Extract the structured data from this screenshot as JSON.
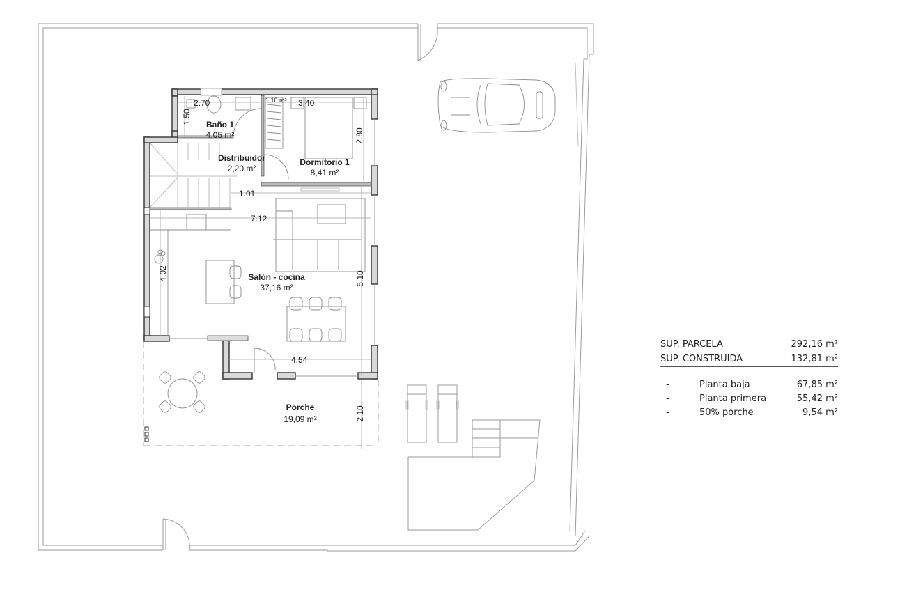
{
  "plan": {
    "rooms": [
      {
        "name": "Baño 1",
        "area": "4,05 m²"
      },
      {
        "name": "Distribuidor",
        "area": "2,20 m²"
      },
      {
        "name": "Dormitorio 1",
        "area": "8,41 m²"
      },
      {
        "name": "Salón - cocina",
        "area": "37,16 m²"
      },
      {
        "name": "Porche",
        "area": "19,09 m²"
      }
    ],
    "closet_area": "1,10 m²",
    "dimensions": {
      "bano_width": "2.70",
      "bano_depth": "1.50",
      "dorm_width": "3.40",
      "dorm_depth": "2.80",
      "distrib_width": "1.01",
      "salon_width": "7.12",
      "salon_depth": "6.10",
      "kitchen_depth": "4.02",
      "south_width": "4.54",
      "porch_depth": "2.10"
    }
  },
  "summary": {
    "sup_parcela": {
      "label": "SUP. PARCELA",
      "value": "292,16 m²"
    },
    "sup_construida": {
      "label": "SUP. CONSTRUIDA",
      "value": "132,81 m²"
    },
    "breakdown": [
      {
        "bullet": "-",
        "label": "Planta baja",
        "value": "67,85 m²"
      },
      {
        "bullet": "-",
        "label": "Planta primera",
        "value": "55,42 m²"
      },
      {
        "bullet": "-",
        "label": "50% porche",
        "value": "9,54 m²"
      }
    ]
  }
}
